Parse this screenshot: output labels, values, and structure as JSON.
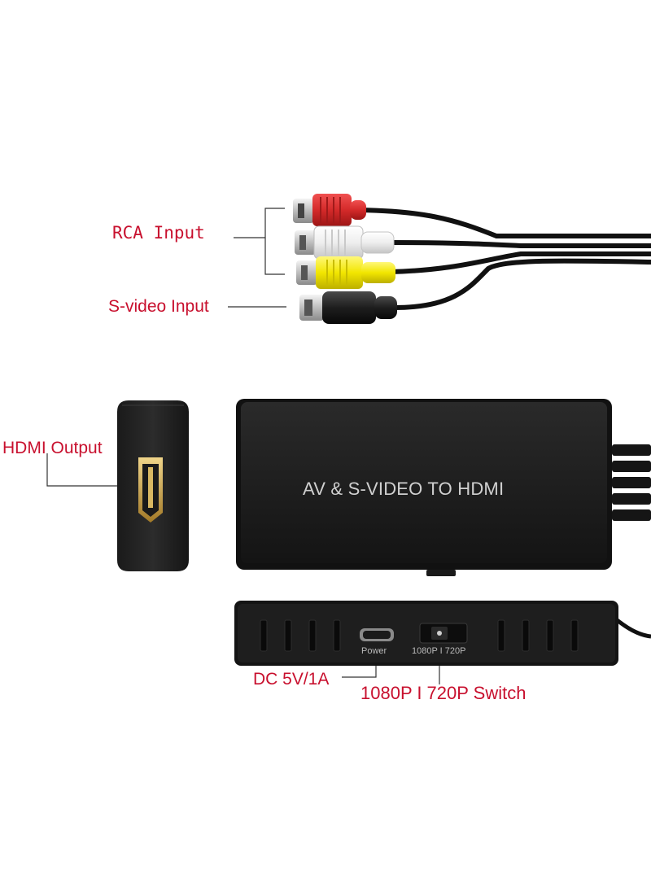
{
  "labels": {
    "rca_input": "RCA Input",
    "svideo_input": "S-video Input",
    "hdmi_output": "HDMI Output",
    "dc_power": "DC 5V/1A",
    "resolution_switch": "1080P I 720P Switch"
  },
  "device": {
    "title": "AV & S-VIDEO TO HDMI",
    "power_port_label": "Power",
    "switch_port_label": "1080P I 720P"
  },
  "colors": {
    "callout_text": "#c8102e",
    "device_body": "#1c1c1c",
    "rca_red": "#d42a2a",
    "rca_white": "#f2f2f2",
    "rca_yellow": "#f2e600",
    "hdmi_gold": "#c9a24a"
  }
}
